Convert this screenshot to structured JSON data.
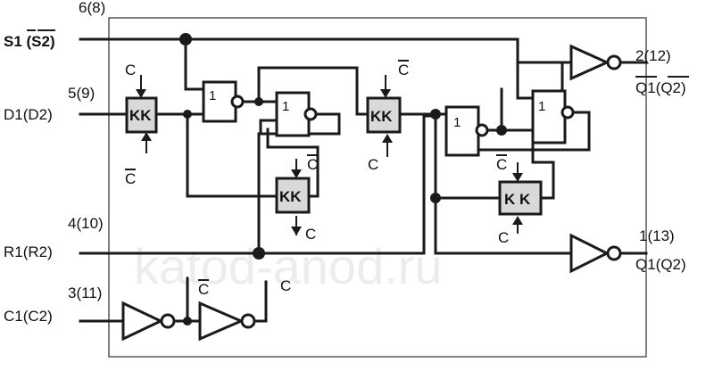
{
  "pins": {
    "s1": "S1 (S2)",
    "s1_num": "6(8)",
    "d1_num": "5(9)",
    "d1": "D1(D2)",
    "r1_num": "4(10)",
    "r1": "R1(R2)",
    "c1_num": "3(11)",
    "c1": "C1(C2)",
    "qb_num": "2(12)",
    "qb": "Q1(Q2)",
    "q_num": "1(13)",
    "q": "Q1(Q2)"
  },
  "gates": {
    "one": "1",
    "kk": "KK",
    "kk_spaced": "K K"
  },
  "clocks": {
    "c": "C",
    "cbar": "C"
  },
  "watermark": "katod-anod.ru"
}
